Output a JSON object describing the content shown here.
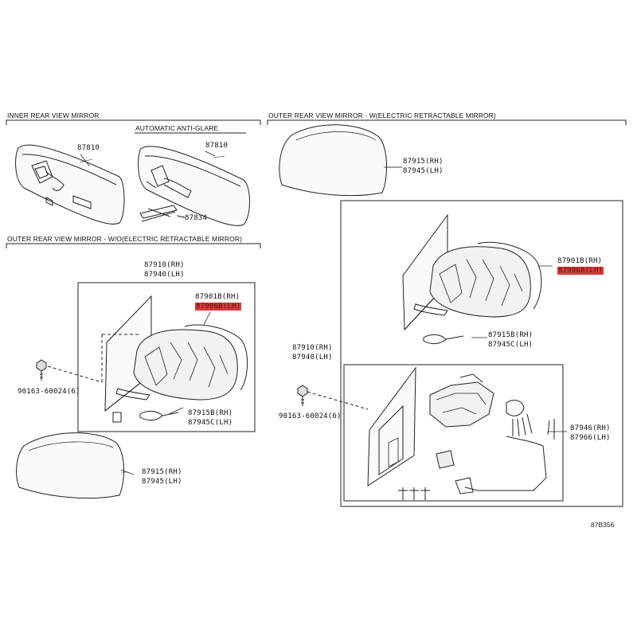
{
  "sections": {
    "inner": "INNER REAR VIEW MIRROR",
    "auto_glare": "AUTOMATIC ANTI-GLARE",
    "outer_wo": "OUTER REAR VIEW MIRROR - W/O(ELECTRIC RETRACTABLE MIRROR)",
    "outer_w": "OUTER REAR VIEW MIRROR - W(ELECTRIC RETRACTABLE MIRROR)"
  },
  "parts": {
    "p87810_a": "87810",
    "p87810_b": "87810",
    "p87834": "87834",
    "l_87910_rh": "87910(RH)",
    "l_87940_lh": "87940(LH)",
    "l_87901b_rh": "87901B(RH)",
    "l_87906b_lh": "87906B(LH)",
    "l_90163": "90163-60024(6)",
    "l_87915b_rh": "87915B(RH)",
    "l_87945c_lh": "87945C(LH)",
    "l_87915_rh": "87915(RH)",
    "l_87945_lh": "87945(LH)",
    "r_87915_rh": "87915(RH)",
    "r_87945_lh": "87945(LH)",
    "r_87901b_rh": "87901B(RH)",
    "r_87906b_lh": "87906B(LH)",
    "r_87915b_rh": "87915B(RH)",
    "r_87945c_lh": "87945C(LH)",
    "r_87910_rh": "87910(RH)",
    "r_87940_lh": "87940(LH)",
    "r_90163": "90163-60024(6)",
    "r_87946_rh": "87946(RH)",
    "r_87966_lh": "87966(LH)"
  },
  "diagram_ref": "87B356",
  "colors": {
    "highlight": "#d83a3a",
    "line": "#222222"
  }
}
